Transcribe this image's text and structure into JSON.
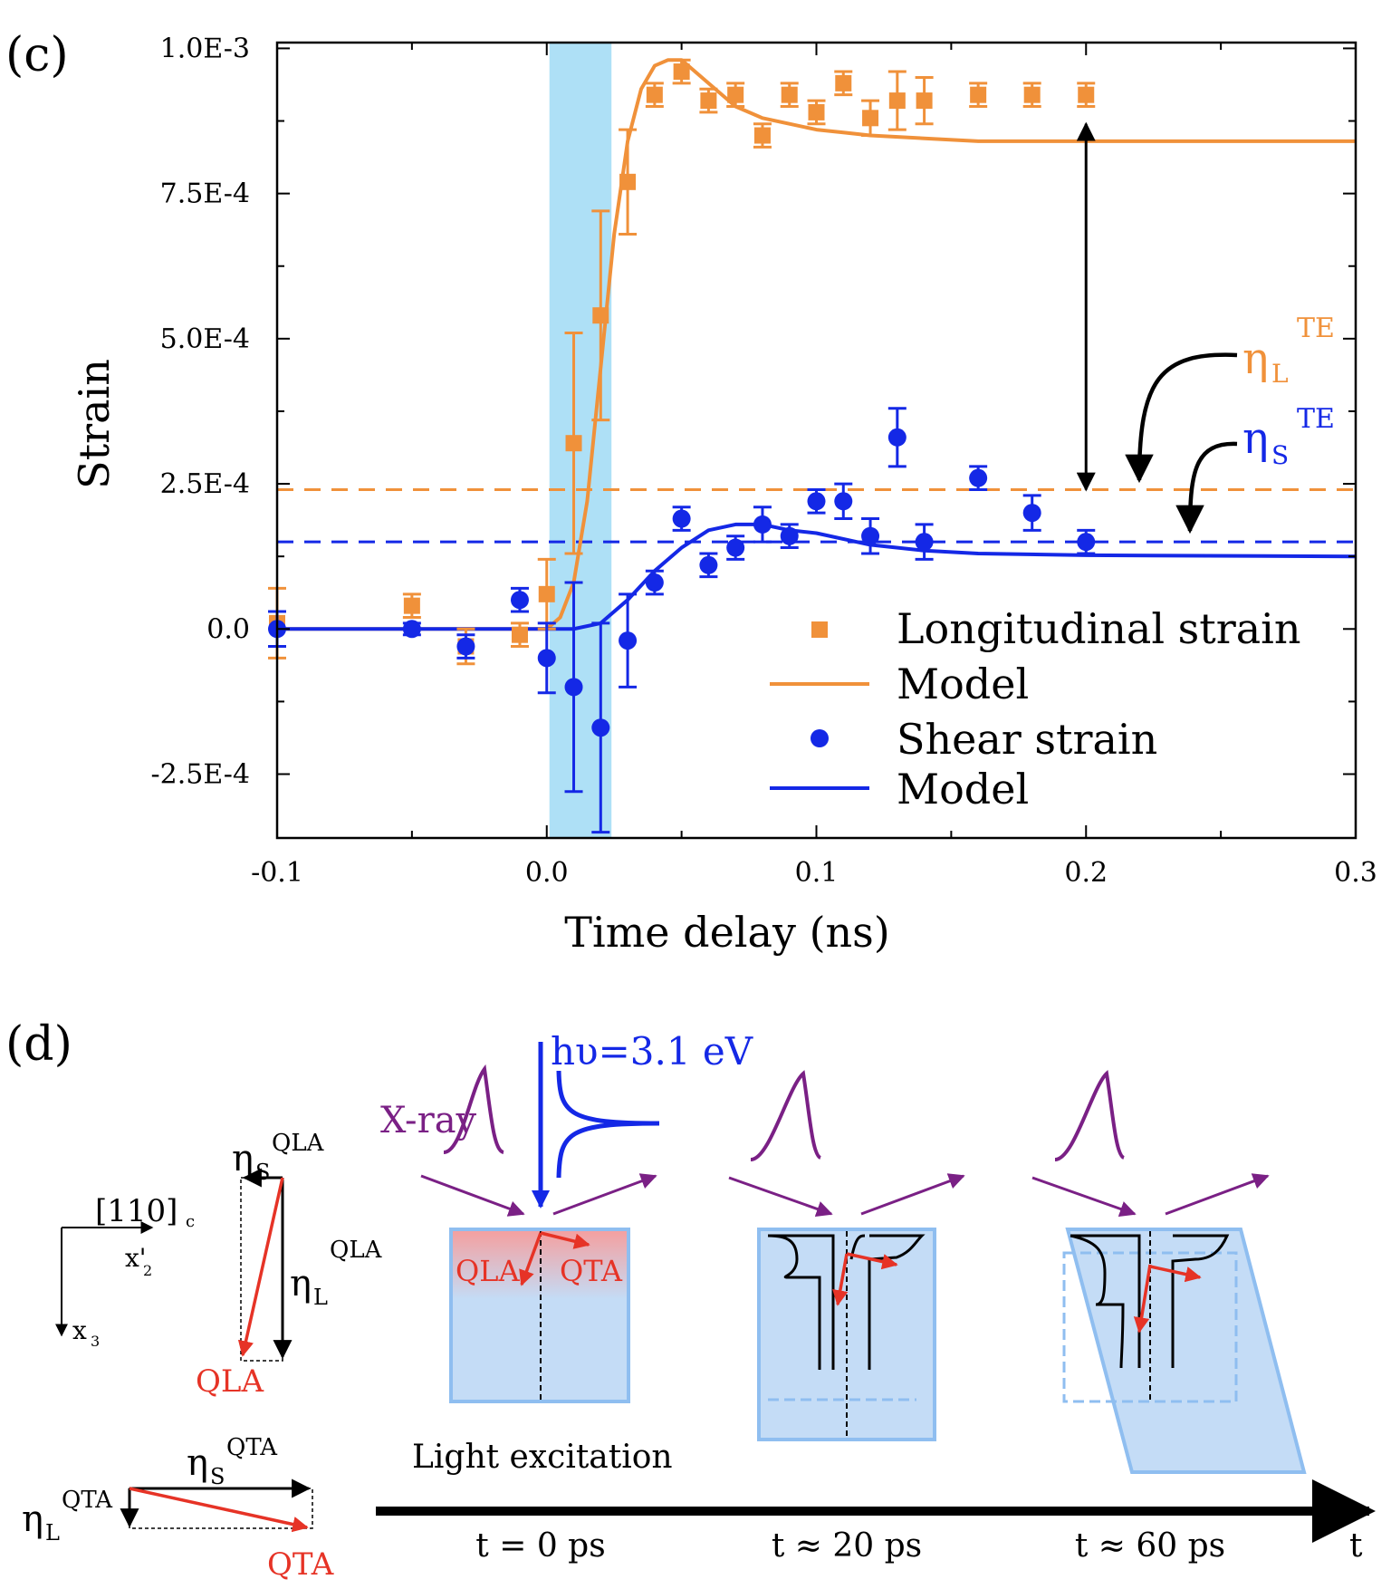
{
  "panel_c": {
    "label": "(c)",
    "inline_labels": {
      "etaL_main": "η",
      "etaL_sub": "L",
      "etaL_sup": "TE",
      "etaS_main": "η",
      "etaS_sub": "S",
      "etaS_sup": "TE"
    }
  },
  "chart_data": {
    "type": "scatter",
    "xlabel": "Time delay (ns)",
    "ylabel": "Strain",
    "xlim": [
      -0.1,
      0.3
    ],
    "ylim": [
      -0.00036,
      0.00101
    ],
    "xticks": [
      -0.1,
      0.0,
      0.1,
      0.2,
      0.3
    ],
    "xtick_labels": [
      "-0.1",
      "0.0",
      "0.1",
      "0.2",
      "0.3"
    ],
    "yticks": [
      -0.00025,
      0.0,
      0.00025,
      0.0005,
      0.00075,
      0.001
    ],
    "ytick_labels": [
      "-2.5E-4",
      "0.0",
      "2.5E-4",
      "5.0E-4",
      "7.5E-4",
      "1.0E-3"
    ],
    "pump_window": [
      0.001,
      0.024
    ],
    "legend_position": "bottom-right",
    "series": [
      {
        "name": "Longitudinal strain",
        "kind": "points",
        "marker": "square",
        "color": "#f0913a",
        "x": [
          -0.1,
          -0.05,
          -0.03,
          -0.01,
          0.0,
          0.01,
          0.02,
          0.03,
          0.04,
          0.05,
          0.06,
          0.07,
          0.08,
          0.09,
          0.1,
          0.11,
          0.12,
          0.13,
          0.14,
          0.16,
          0.18,
          0.2
        ],
        "y": [
          1e-05,
          4e-05,
          -3e-05,
          -1e-05,
          6e-05,
          0.00032,
          0.00054,
          0.00077,
          0.00092,
          0.00096,
          0.00091,
          0.00092,
          0.00085,
          0.00092,
          0.00089,
          0.00094,
          0.00088,
          0.00091,
          0.00091,
          0.00092,
          0.00092,
          0.00092
        ],
        "err": [
          6e-05,
          2e-05,
          3e-05,
          2e-05,
          6e-05,
          0.00019,
          0.00018,
          9e-05,
          2e-05,
          2e-05,
          2e-05,
          2e-05,
          2e-05,
          2e-05,
          2e-05,
          2e-05,
          3e-05,
          5e-05,
          4e-05,
          2e-05,
          2e-05,
          2e-05
        ]
      },
      {
        "name": "Model",
        "kind": "line",
        "color": "#f0913a",
        "x": [
          -0.1,
          0.0,
          0.005,
          0.01,
          0.015,
          0.02,
          0.025,
          0.03,
          0.035,
          0.04,
          0.045,
          0.05,
          0.055,
          0.06,
          0.07,
          0.08,
          0.09,
          0.1,
          0.11,
          0.12,
          0.14,
          0.16,
          0.2,
          0.3
        ],
        "y": [
          0.0,
          0.0,
          2e-05,
          8e-05,
          0.00022,
          0.00045,
          0.00068,
          0.00084,
          0.00093,
          0.00097,
          0.00098,
          0.00098,
          0.00096,
          0.00094,
          0.0009,
          0.00088,
          0.00087,
          0.00086,
          0.000855,
          0.00085,
          0.000845,
          0.00084,
          0.00084,
          0.00084
        ]
      },
      {
        "name": "Shear strain",
        "kind": "points",
        "marker": "circle",
        "color": "#1428e6",
        "x": [
          -0.1,
          -0.05,
          -0.03,
          -0.01,
          0.0,
          0.01,
          0.02,
          0.03,
          0.04,
          0.05,
          0.06,
          0.07,
          0.08,
          0.09,
          0.1,
          0.11,
          0.12,
          0.13,
          0.14,
          0.16,
          0.18,
          0.2
        ],
        "y": [
          0.0,
          0.0,
          -3e-05,
          5e-05,
          -5e-05,
          -0.0001,
          -0.00017,
          -2e-05,
          8e-05,
          0.00019,
          0.00011,
          0.00014,
          0.00018,
          0.00016,
          0.00022,
          0.00022,
          0.00016,
          0.00033,
          0.00015,
          0.00026,
          0.0002,
          0.00015
        ],
        "err": [
          3e-05,
          1e-05,
          2e-05,
          2e-05,
          6e-05,
          0.00018,
          0.00018,
          8e-05,
          2e-05,
          2e-05,
          2e-05,
          2e-05,
          3e-05,
          2e-05,
          2e-05,
          3e-05,
          3e-05,
          5e-05,
          3e-05,
          2e-05,
          3e-05,
          2e-05
        ]
      },
      {
        "name": "Model",
        "kind": "line",
        "color": "#1428e6",
        "x": [
          -0.1,
          0.0,
          0.01,
          0.02,
          0.03,
          0.04,
          0.05,
          0.06,
          0.07,
          0.08,
          0.09,
          0.1,
          0.12,
          0.14,
          0.16,
          0.2,
          0.3
        ],
        "y": [
          0.0,
          0.0,
          0.0,
          1e-05,
          5e-05,
          0.0001,
          0.00014,
          0.00017,
          0.00018,
          0.00018,
          0.00017,
          0.000165,
          0.000145,
          0.000135,
          0.00013,
          0.000127,
          0.000125
        ]
      }
    ],
    "reference_lines": [
      {
        "value": 0.00024,
        "color": "#f0913a",
        "style": "dashed"
      },
      {
        "value": 0.00015,
        "color": "#1428e6",
        "style": "dashed"
      }
    ],
    "annotations": [
      {
        "type": "double-arrow",
        "x": 0.2,
        "y_from": 0.00024,
        "y_to": 0.00087
      }
    ]
  },
  "panel_d": {
    "label": "(d)",
    "coord": {
      "axis1_text": "[110]",
      "axis1_sub": "c",
      "axis2_text": "x'",
      "axis2_sub": "2",
      "axis3_text": "x",
      "axis3_sub": "3"
    },
    "qla_vector": {
      "eta_s": "η",
      "eta_s_sub": "S",
      "eta_s_sup": "QLA",
      "eta_l": "η",
      "eta_l_sub": "L",
      "eta_l_sup": "QLA",
      "label": "QLA"
    },
    "qta_vector": {
      "eta_s": "η",
      "eta_s_sub": "S",
      "eta_s_sup": "QTA",
      "eta_l": "η",
      "eta_l_sub": "L",
      "eta_l_sup": "QTA",
      "label": "QTA"
    },
    "xray_label": "X-ray",
    "pump_label": "hυ=3.1 eV",
    "box1_labels": {
      "qla": "QLA",
      "qta": "QTA"
    },
    "box1_caption": "Light excitation",
    "timeline": {
      "t0": "t = 0 ps",
      "t20": "t ≈ 20 ps",
      "t60": "t ≈ 60 ps",
      "axis": "t"
    },
    "colors": {
      "purple": "#7a2085",
      "red": "#e63326",
      "blue": "#1428e6",
      "box_fill": "#c4dcf6",
      "box_edge": "#8fbef0",
      "orange": "#f0913a"
    }
  }
}
